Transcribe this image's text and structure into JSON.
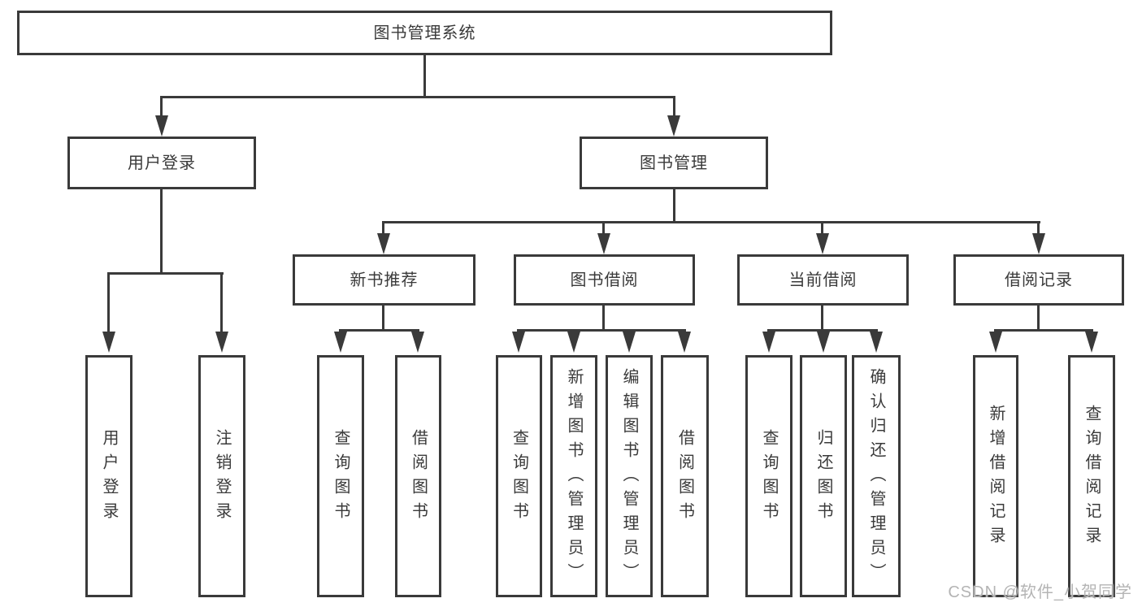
{
  "diagram": {
    "root": {
      "label": "图书管理系统"
    },
    "level2": [
      {
        "label": "用户登录"
      },
      {
        "label": "图书管理"
      }
    ],
    "level3": [
      {
        "label": "新书推荐"
      },
      {
        "label": "图书借阅"
      },
      {
        "label": "当前借阅"
      },
      {
        "label": "借阅记录"
      }
    ],
    "leaves": [
      {
        "label": "用户登录"
      },
      {
        "label": "注销登录"
      },
      {
        "label": "查询图书"
      },
      {
        "label": "借阅图书"
      },
      {
        "label": "查询图书"
      },
      {
        "label": "新增图书（管理员）"
      },
      {
        "label": "编辑图书（管理员）"
      },
      {
        "label": "借阅图书"
      },
      {
        "label": "查询图书"
      },
      {
        "label": "归还图书"
      },
      {
        "label": "确认归还（管理员）"
      },
      {
        "label": "新增借阅记录"
      },
      {
        "label": "查询借阅记录"
      }
    ]
  },
  "watermark": {
    "text": "CSDN @软件_小贺同学"
  },
  "colors": {
    "line": "#3a3a3a",
    "text": "#3a3a3a",
    "watermark": "#b4b4b4",
    "background": "#ffffff"
  }
}
